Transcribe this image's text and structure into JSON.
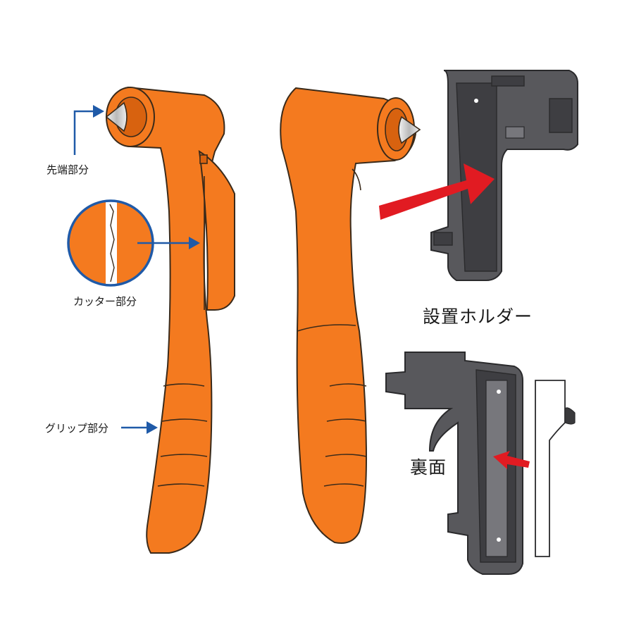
{
  "labels": {
    "tip": "先端部分",
    "cutter": "カッター部分",
    "grip": "グリップ部分",
    "holder": "設置ホルダー",
    "back": "裏面"
  },
  "colors": {
    "hammer_body": "#f47a1f",
    "hammer_outline": "#3a2a1a",
    "holder_body": "#58585c",
    "holder_edge": "#2a2a2c",
    "pointer_blue": "#1f5aa8",
    "arrow_red": "#e11b22",
    "tape_white": "#ffffff"
  },
  "icons": {
    "tip": "conical-steel-tip-icon",
    "cutter": "magnified-cutter-blade-icon"
  }
}
